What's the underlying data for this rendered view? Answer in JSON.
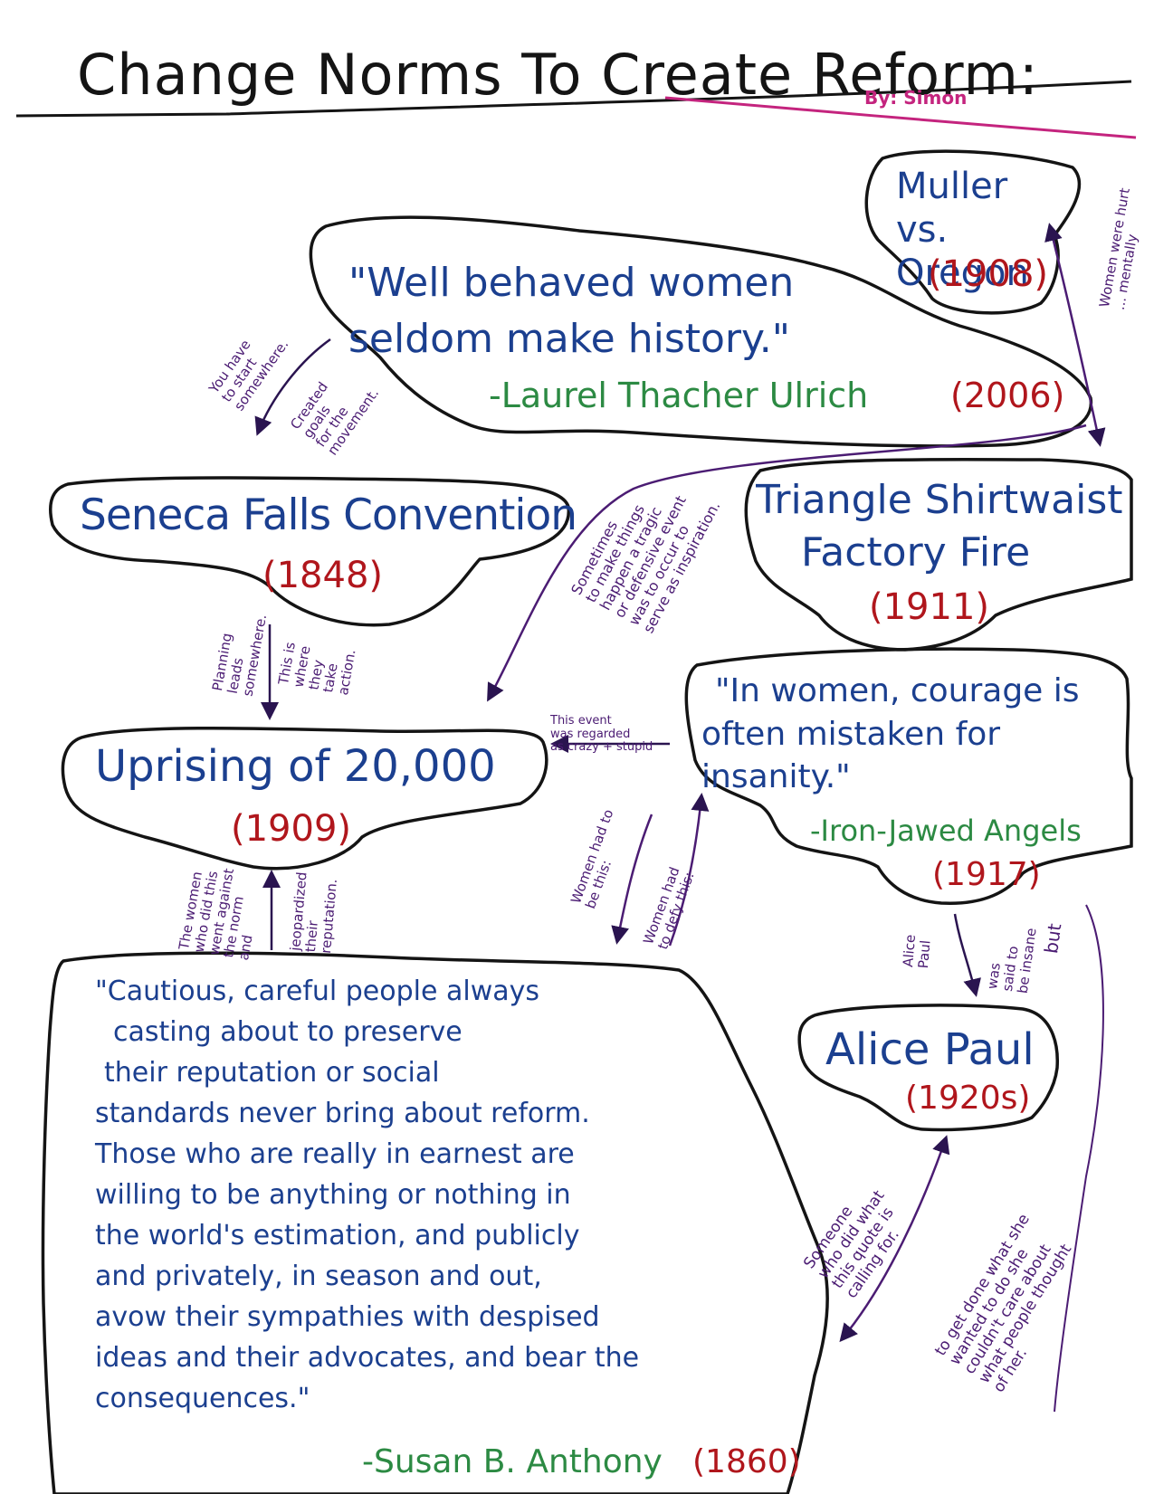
{
  "title": "Change Norms To Create Reform:",
  "author": "By: Simon",
  "nodes": {
    "muller": {
      "name": "Muller vs. Oregon",
      "year": "(1908)"
    },
    "ulrich": {
      "quote": "\"Well behaved women seldom make history.\"",
      "attribution": "-Laurel Thacher Ulrich",
      "year": "(2006)"
    },
    "seneca": {
      "name": "Seneca Falls Convention",
      "year": "(1848)"
    },
    "triangle": {
      "name_line1": "Triangle Shirtwaist",
      "name_line2": "Factory Fire",
      "year": "(1911)"
    },
    "uprising": {
      "name": "Uprising of 20,000",
      "year": "(1909)"
    },
    "iron": {
      "quote_line1": "\"In women, courage is",
      "quote_line2": "often mistaken for",
      "quote_line3": "insanity.\"",
      "attribution": "-Iron-Jawed Angels",
      "year": "(1917)"
    },
    "alice": {
      "name": "Alice Paul",
      "year": "(1920s)"
    },
    "anthony": {
      "lines": [
        "\"Cautious, careful people always",
        "casting about to preserve",
        "their reputation or social",
        "standards never bring about reform.",
        "Those who are really in earnest are",
        "willing to be anything or nothing in",
        "the world's estimation, and publicly",
        "and privately, in season and out,",
        "avow their sympathies with despised",
        "ideas and their advocates, and bear the",
        "consequences.\""
      ],
      "attribution": "-Susan B. Anthony",
      "year": "(1860)"
    }
  },
  "annotations": {
    "start": "You have\nto start\nsomewhere.",
    "goals": "Created\ngoals\nfor the\nmovement.",
    "women_were": "Women were hurt\n... mentally",
    "tragic": "Sometimes\nto make things\nhappen a tragic\nor defensive event\nwas to occur to\nserve as inspiration.",
    "planning": "Planning\nleads\nsomewhere.",
    "action": "This is\nwhere\nthey\ntake\naction.",
    "regarded": "This event\nwas regarded\nas crazy + stupid",
    "had_to_be": "Women had to\nbe this:",
    "had_to_defy": "Women had\nto defy this:",
    "went_against": "The women\nwho did this\nwent against\nthe norm\nand",
    "jeopardized": "jeopardized\ntheir\nreputation.",
    "alice_label": "Alice\nPaul",
    "insane": "was\nsaid to\nbe insane",
    "but": "but",
    "calling": "Someone\nwho did what\nthis quote is\ncalling for.",
    "get_done": "to get done what she\nwanted to do she\ncouldn't care about\nwhat people thought\nof her."
  },
  "colors": {
    "outline": "#141414",
    "blue_ink": "#1b3f8f",
    "red_ink": "#b0161c",
    "green_ink": "#2c8a43",
    "purple_ink": "#4b1c73",
    "pink_ink": "#c4247e"
  }
}
